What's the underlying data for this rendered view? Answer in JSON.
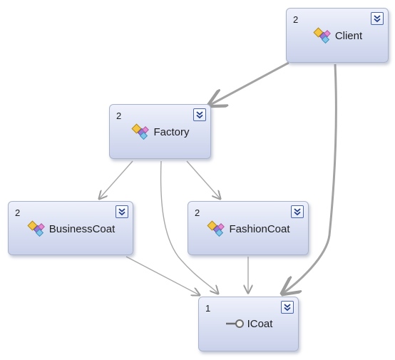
{
  "diagram": {
    "nodes": [
      {
        "id": "client",
        "name": "Client",
        "count": "2",
        "icon": "class-icon"
      },
      {
        "id": "factory",
        "name": "Factory",
        "count": "2",
        "icon": "class-icon"
      },
      {
        "id": "businesscoat",
        "name": "BusinessCoat",
        "count": "2",
        "icon": "class-icon"
      },
      {
        "id": "fashioncoat",
        "name": "FashionCoat",
        "count": "2",
        "icon": "class-icon"
      },
      {
        "id": "icoat",
        "name": "ICoat",
        "count": "1",
        "icon": "interface-icon"
      }
    ],
    "edges": [
      {
        "from": "Client",
        "to": "Factory"
      },
      {
        "from": "Client",
        "to": "ICoat"
      },
      {
        "from": "Factory",
        "to": "BusinessCoat"
      },
      {
        "from": "Factory",
        "to": "FashionCoat"
      },
      {
        "from": "Factory",
        "to": "ICoat"
      },
      {
        "from": "BusinessCoat",
        "to": "ICoat"
      },
      {
        "from": "FashionCoat",
        "to": "ICoat"
      }
    ],
    "colors": {
      "node_border": "#a9b4cc",
      "node_fill_top": "#eef1fb",
      "node_fill_bottom": "#c9d1ea",
      "edge": "#a6a6a6",
      "expand_border": "#4b66b3"
    }
  }
}
